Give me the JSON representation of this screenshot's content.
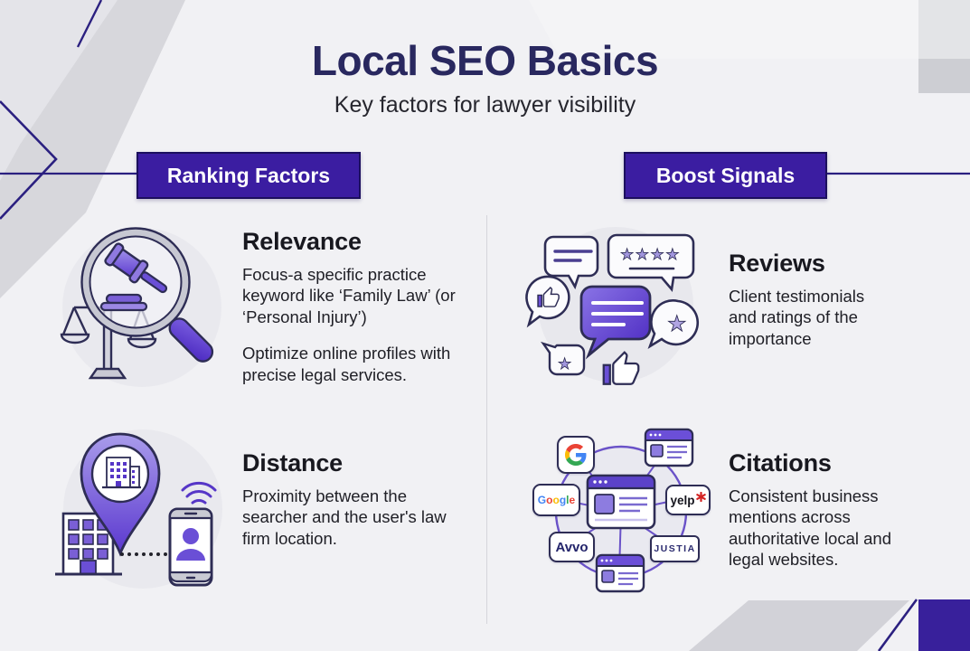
{
  "page": {
    "title": "Local SEO Basics",
    "subtitle": "Key factors for lawyer visibility"
  },
  "columns": {
    "left": {
      "badge": "Ranking Factors",
      "items": [
        {
          "heading": "Relevance",
          "paragraphs": [
            "Focus-a specific practice keyword like ‘Family Law’ (or ‘Personal Injury’)",
            "Optimize online profiles with precise legal services."
          ],
          "icon": "gavel-magnifier-scales"
        },
        {
          "heading": "Distance",
          "paragraphs": [
            "Proximity between the searcher and the user's law firm location."
          ],
          "icon": "map-pin-building-phone"
        }
      ]
    },
    "right": {
      "badge": "Boost Signals",
      "items": [
        {
          "heading": "Reviews",
          "paragraphs": [
            "Client testimonials and ratings of the importance"
          ],
          "icon": "chat-bubbles-stars-thumbs"
        },
        {
          "heading": "Citations",
          "paragraphs": [
            "Consistent business mentions across authoritative local and legal websites."
          ],
          "icon": "citation-network"
        }
      ]
    }
  },
  "reviews_glyphs": {
    "stars_row": "★★★★",
    "star": "★"
  },
  "citation_labels": {
    "google_letters": [
      {
        "c": "G",
        "color": "#4285F4"
      },
      {
        "c": "o",
        "color": "#EA4335"
      },
      {
        "c": "o",
        "color": "#FBBC05"
      },
      {
        "c": "g",
        "color": "#4285F4"
      },
      {
        "c": "l",
        "color": "#34A853"
      },
      {
        "c": "e",
        "color": "#EA4335"
      }
    ],
    "yelp": "yelp",
    "avvo": "Avvo",
    "justia": "JUSTIA"
  },
  "colors": {
    "background": "#F1F1F4",
    "accent_badge_purple": "#3B1DA1",
    "navy_line": "#2B2080",
    "title_navy": "#29285F",
    "icon_outline_navy": "#2E2D55",
    "icon_purple": "#6A4FD6",
    "icon_purple_light": "#A89BE8",
    "google_blue": "#4285F4",
    "google_red": "#EA4335",
    "google_yellow": "#FBBC05",
    "google_green": "#34A853",
    "yelp_red": "#D32323"
  }
}
